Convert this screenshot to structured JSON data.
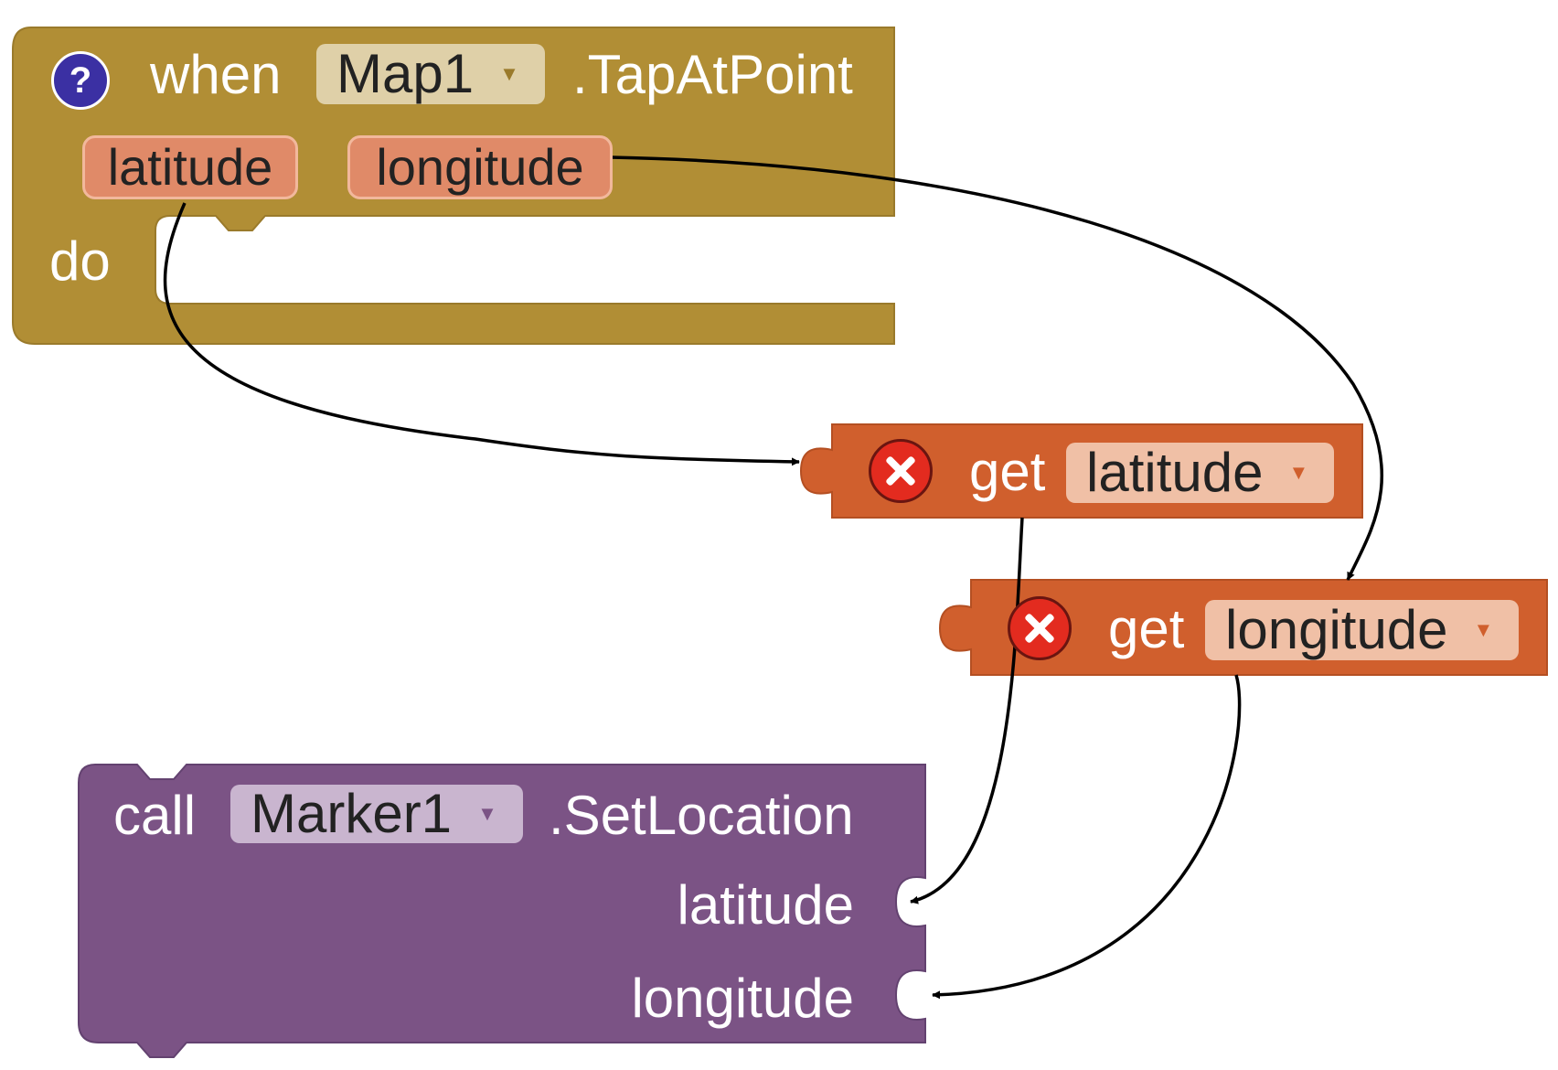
{
  "event_block": {
    "keyword_when": "when",
    "component": "Map1",
    "event": ".TapAtPoint",
    "params": [
      "latitude",
      "longitude"
    ],
    "keyword_do": "do",
    "color": "#b18e35"
  },
  "get_latitude_block": {
    "keyword": "get",
    "variable": "latitude",
    "color": "#d05f2d"
  },
  "get_longitude_block": {
    "keyword": "get",
    "variable": "longitude",
    "color": "#d05f2d"
  },
  "call_block": {
    "keyword": "call",
    "component": "Marker1",
    "method": ".SetLocation",
    "args": [
      "latitude",
      "longitude"
    ],
    "color": "#7b5385"
  },
  "icons": {
    "help": "?",
    "error": "error-x-icon"
  }
}
